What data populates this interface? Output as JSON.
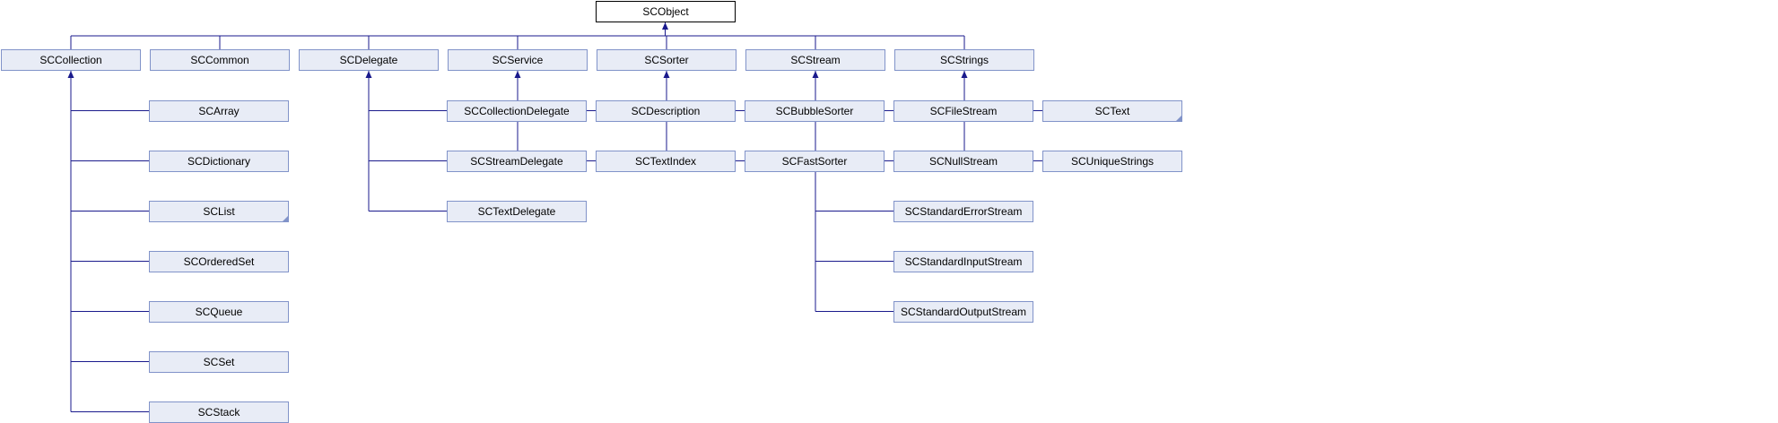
{
  "diagram": {
    "root": "SCObject",
    "colors": {
      "edge": "#1a1a8c",
      "node_fill": "#e8ecf6",
      "node_border": "#8193c9",
      "root_fill": "#ffffff",
      "root_border": "#000000"
    },
    "groups": [
      {
        "name": "SCCollection",
        "children": [
          {
            "name": "SCArray"
          },
          {
            "name": "SCDictionary"
          },
          {
            "name": "SCList",
            "marked": true
          },
          {
            "name": "SCOrderedSet"
          },
          {
            "name": "SCQueue"
          },
          {
            "name": "SCSet"
          },
          {
            "name": "SCStack"
          }
        ]
      },
      {
        "name": "SCCommon",
        "children": []
      },
      {
        "name": "SCDelegate",
        "children": [
          {
            "name": "SCCollectionDelegate"
          },
          {
            "name": "SCStreamDelegate"
          },
          {
            "name": "SCTextDelegate"
          }
        ]
      },
      {
        "name": "SCService",
        "children": [
          {
            "name": "SCDescription"
          },
          {
            "name": "SCTextIndex"
          }
        ]
      },
      {
        "name": "SCSorter",
        "children": [
          {
            "name": "SCBubbleSorter"
          },
          {
            "name": "SCFastSorter"
          }
        ]
      },
      {
        "name": "SCStream",
        "children": [
          {
            "name": "SCFileStream"
          },
          {
            "name": "SCNullStream"
          },
          {
            "name": "SCStandardErrorStream"
          },
          {
            "name": "SCStandardInputStream"
          },
          {
            "name": "SCStandardOutputStream"
          }
        ]
      },
      {
        "name": "SCStrings",
        "children": [
          {
            "name": "SCText",
            "marked": true
          },
          {
            "name": "SCUniqueStrings"
          }
        ]
      }
    ]
  }
}
